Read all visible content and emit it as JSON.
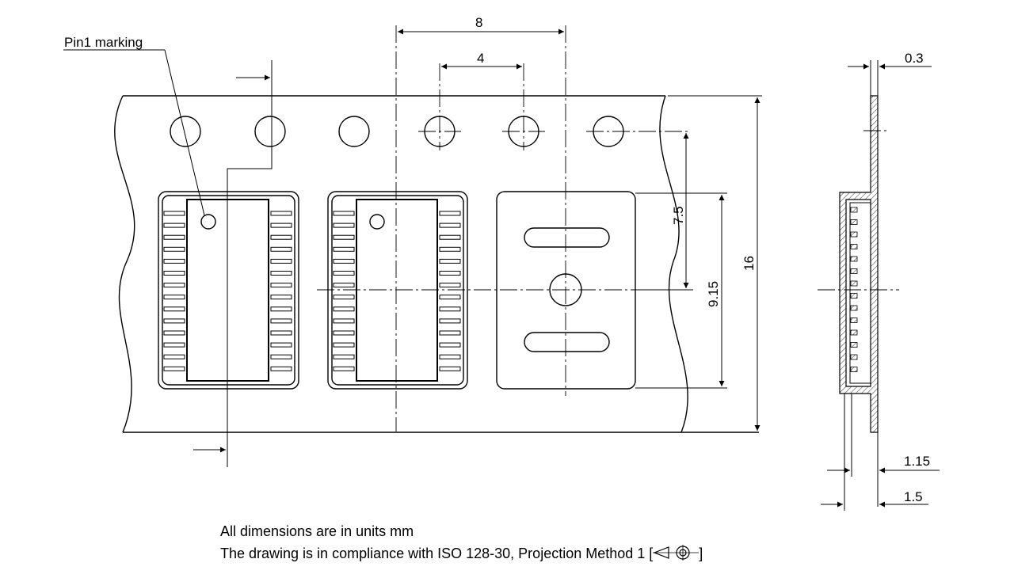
{
  "labels": {
    "pin1_marking": "Pin1 marking"
  },
  "dimensions": {
    "pitch_8": "8",
    "pitch_4": "4",
    "d_7_5": "7.5",
    "d_9_15": "9.15",
    "d_16": "16",
    "d_0_3": "0.3",
    "d_1_15": "1.15",
    "d_1_5": "1.5"
  },
  "notes": {
    "units": "All dimensions are in units mm",
    "compliance_prefix": "The drawing is in compliance with ISO 128-30, Projection Method 1 [",
    "compliance_suffix": "]"
  },
  "icons": {
    "projection": "first-angle-projection-icon"
  }
}
